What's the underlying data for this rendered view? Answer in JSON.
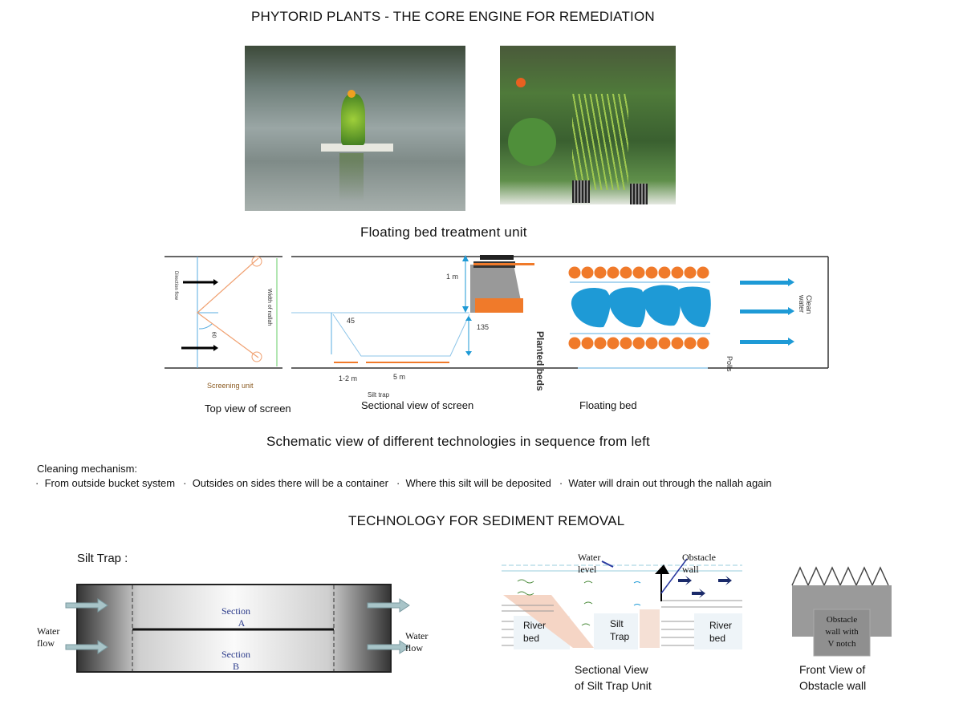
{
  "title": "PHYTORID PLANTS - THE CORE ENGINE FOR REMEDIATION",
  "photo_caption": "Floating bed treatment unit",
  "schematic": {
    "screening_unit": "Screening unit",
    "flow_label": "Direction flow",
    "width_label": "Width of nallah",
    "angle_top": "60",
    "top_view": "Top view of screen",
    "dim_1m": "1 m",
    "angle_45": "45",
    "angle_135": "135",
    "dim_12m": "1-2 m",
    "dim_5m": "5 m",
    "silt_trap": "Silt trap",
    "sectional_view": "Sectional view of screen",
    "planted_beds": "Planted beds",
    "polls": "Polls",
    "clean_water": "Clean water",
    "floating_bed": "Floating bed",
    "caption": "Schematic view of different technologies in sequence from left"
  },
  "cleaning": {
    "heading": "Cleaning mechanism:",
    "items": [
      "From outside bucket system",
      "Outsides on sides there will be a container",
      "Where this silt will be deposited",
      "Water will drain out through the nallah again"
    ]
  },
  "sediment_title": "TECHNOLOGY FOR SEDIMENT REMOVAL",
  "silt_trap_plan": {
    "label": "Silt Trap :",
    "section_a": [
      "Section",
      "A"
    ],
    "section_b": [
      "Section",
      "B"
    ],
    "water_in": [
      "Water",
      "flow"
    ],
    "water_out": [
      "Water",
      "flow"
    ]
  },
  "silt_section": {
    "water_level": [
      "Water",
      "level"
    ],
    "obstacle_wall": [
      "Obstacle",
      "wall"
    ],
    "river_bed_left": [
      "River",
      "bed"
    ],
    "silt_trap": [
      "Silt",
      "Trap"
    ],
    "river_bed_right": [
      "River",
      "bed"
    ],
    "caption": [
      "Sectional View",
      "of Silt Trap Unit"
    ]
  },
  "front_view": {
    "notch_label": [
      "Obstacle",
      "wall with",
      "V notch"
    ],
    "caption": [
      "Front View of",
      "Obstacle wall"
    ]
  },
  "colors": {
    "orange": "#f07a2a",
    "blue": "#1e9ad6",
    "gray": "#9a9a9a"
  }
}
